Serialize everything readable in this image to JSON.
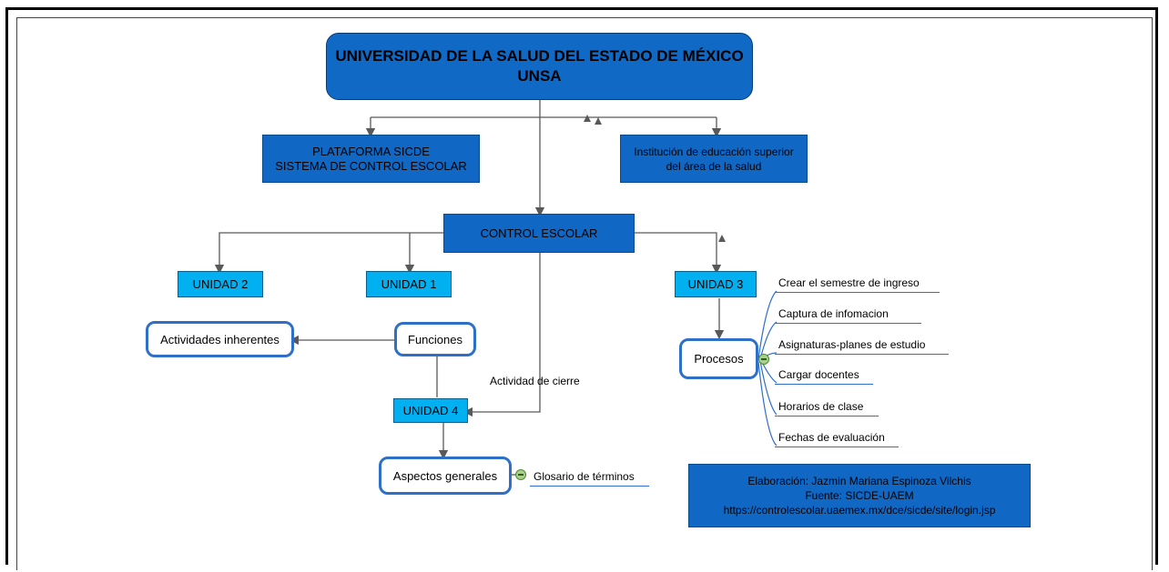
{
  "title": {
    "line1": "UNIVERSIDAD DE LA SALUD DEL ESTADO DE MÉXICO",
    "line2": "UNSA"
  },
  "plataforma": {
    "line1": "PLATAFORMA SICDE",
    "line2": "SISTEMA DE CONTROL ESCOLAR"
  },
  "institucion": {
    "line1": "Institución de educación superior",
    "line2": "del área de la salud"
  },
  "control_escolar": "CONTROL ESCOLAR",
  "unidades": {
    "u1": "UNIDAD 1",
    "u2": "UNIDAD 2",
    "u3": "UNIDAD 3",
    "u4": "UNIDAD 4"
  },
  "funciones": "Funciones",
  "actividades_inherentes": "Actividades inherentes",
  "actividad_cierre": "Actividad de cierre",
  "aspectos_generales": "Aspectos generales",
  "glosario": "Glosario de términos",
  "procesos": {
    "label": "Procesos",
    "items": [
      "Crear el semestre de ingreso",
      "Captura de infomacion",
      "Asignaturas-planes de estudio",
      "Cargar docentes",
      "Horarios de clase",
      "Fechas de evaluación"
    ]
  },
  "credit": {
    "line1": "Elaboración: Jazmin Mariana Espinoza Vilchis",
    "line2": "Fuente: SICDE-UAEM",
    "line3": "https://controlescolar.uaemex.mx/dce/sicde/site/login.jsp"
  },
  "colors": {
    "dark_blue": "#1167c4",
    "cyan": "#00b0f0",
    "border_blue": "#2e6fc7",
    "line": "#595959"
  }
}
